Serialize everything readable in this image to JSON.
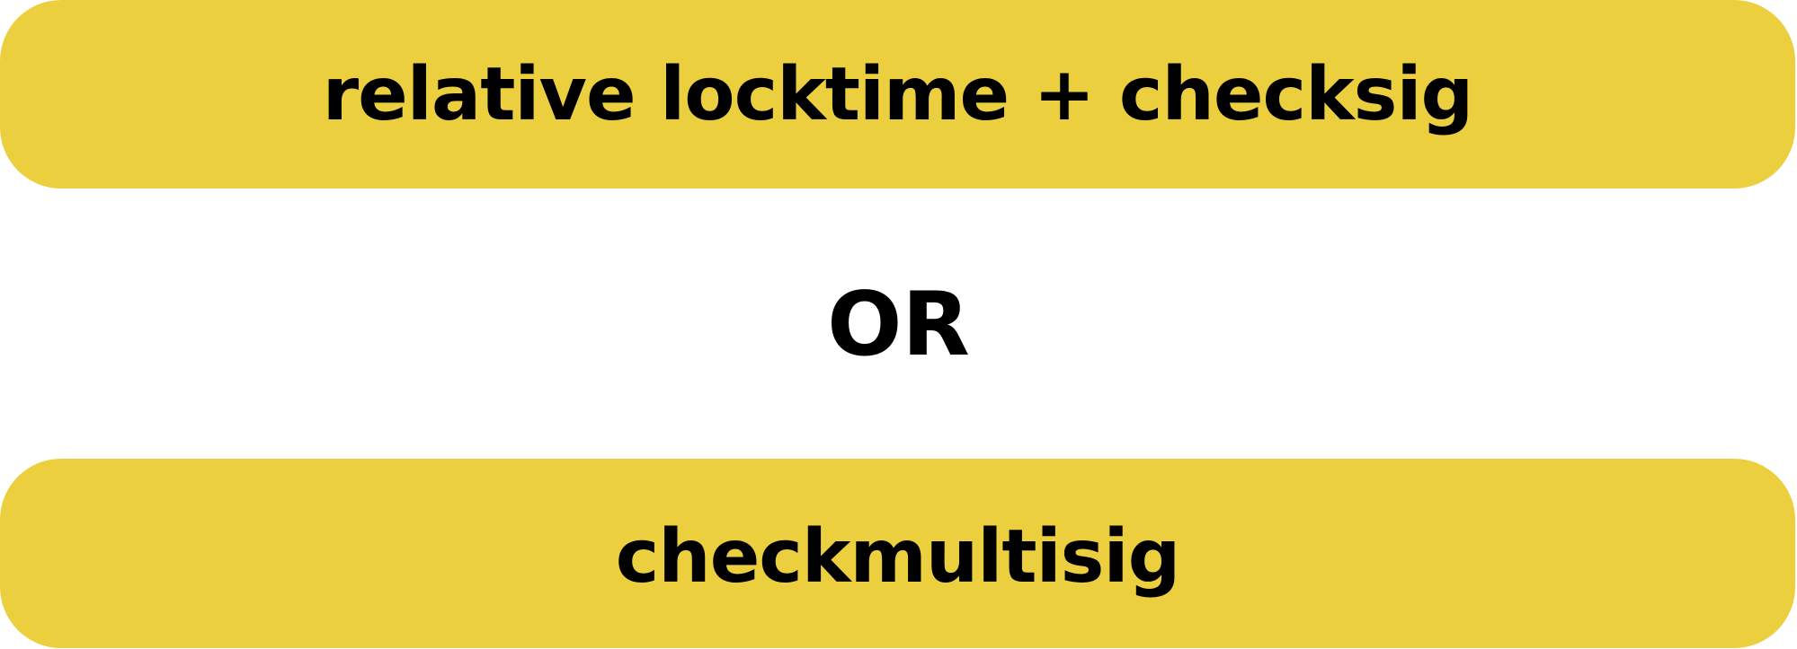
{
  "diagram": {
    "option_top": "relative locktime + checksig",
    "separator": "OR",
    "option_bottom": "checkmultisig"
  },
  "colors": {
    "box_fill": "#ECCF3E",
    "text": "#000000",
    "background": "#FFFFFF"
  }
}
